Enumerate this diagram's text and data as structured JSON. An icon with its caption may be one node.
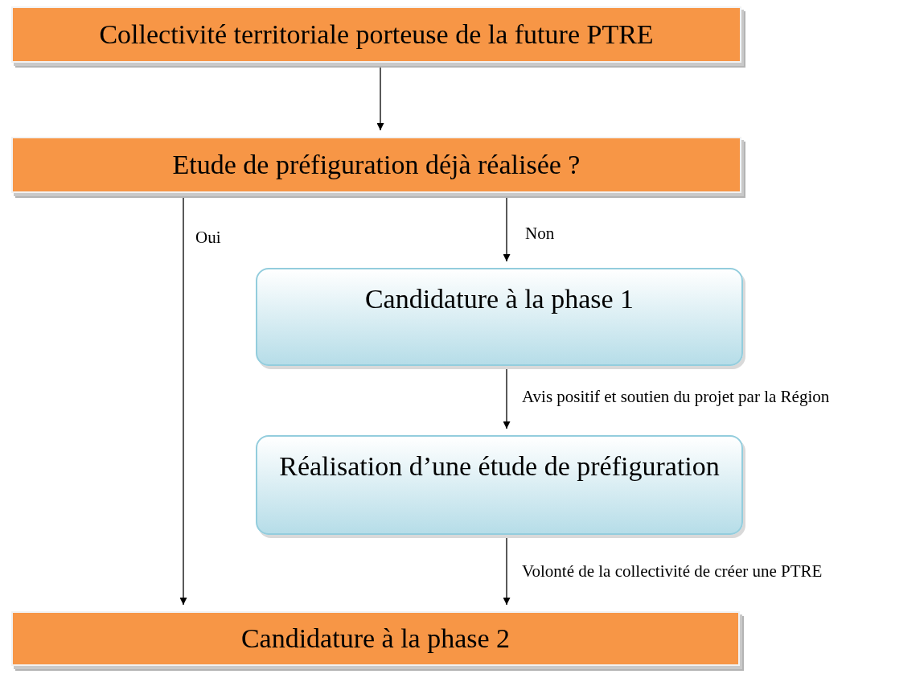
{
  "diagram": {
    "nodes": [
      {
        "text": [
          "Collectivité territoriale porteuse de la future PTRE"
        ]
      },
      {
        "text": [
          "Etude de préfiguration déjà réalisée ?"
        ]
      },
      {
        "text": [
          "Candidature à la phase 1"
        ]
      },
      {
        "text": [
          "Réalisation d’une étude de préfiguration"
        ]
      },
      {
        "text": [
          "Candidature à la phase 2"
        ]
      }
    ],
    "edges": [
      {
        "from": 0,
        "to": 1,
        "arrow": "to"
      },
      {
        "from": 1,
        "to": 4,
        "arrow": "to",
        "label": "Oui"
      },
      {
        "from": 1,
        "to": 2,
        "arrow": "to",
        "label": "Non"
      },
      {
        "from": 2,
        "to": 3,
        "arrow": "to",
        "label": "Avis positif et soutien du projet par la Région"
      },
      {
        "from": 3,
        "to": 4,
        "arrow": "to",
        "label": "Volonté de la collectivité de créer une PTRE"
      }
    ]
  }
}
